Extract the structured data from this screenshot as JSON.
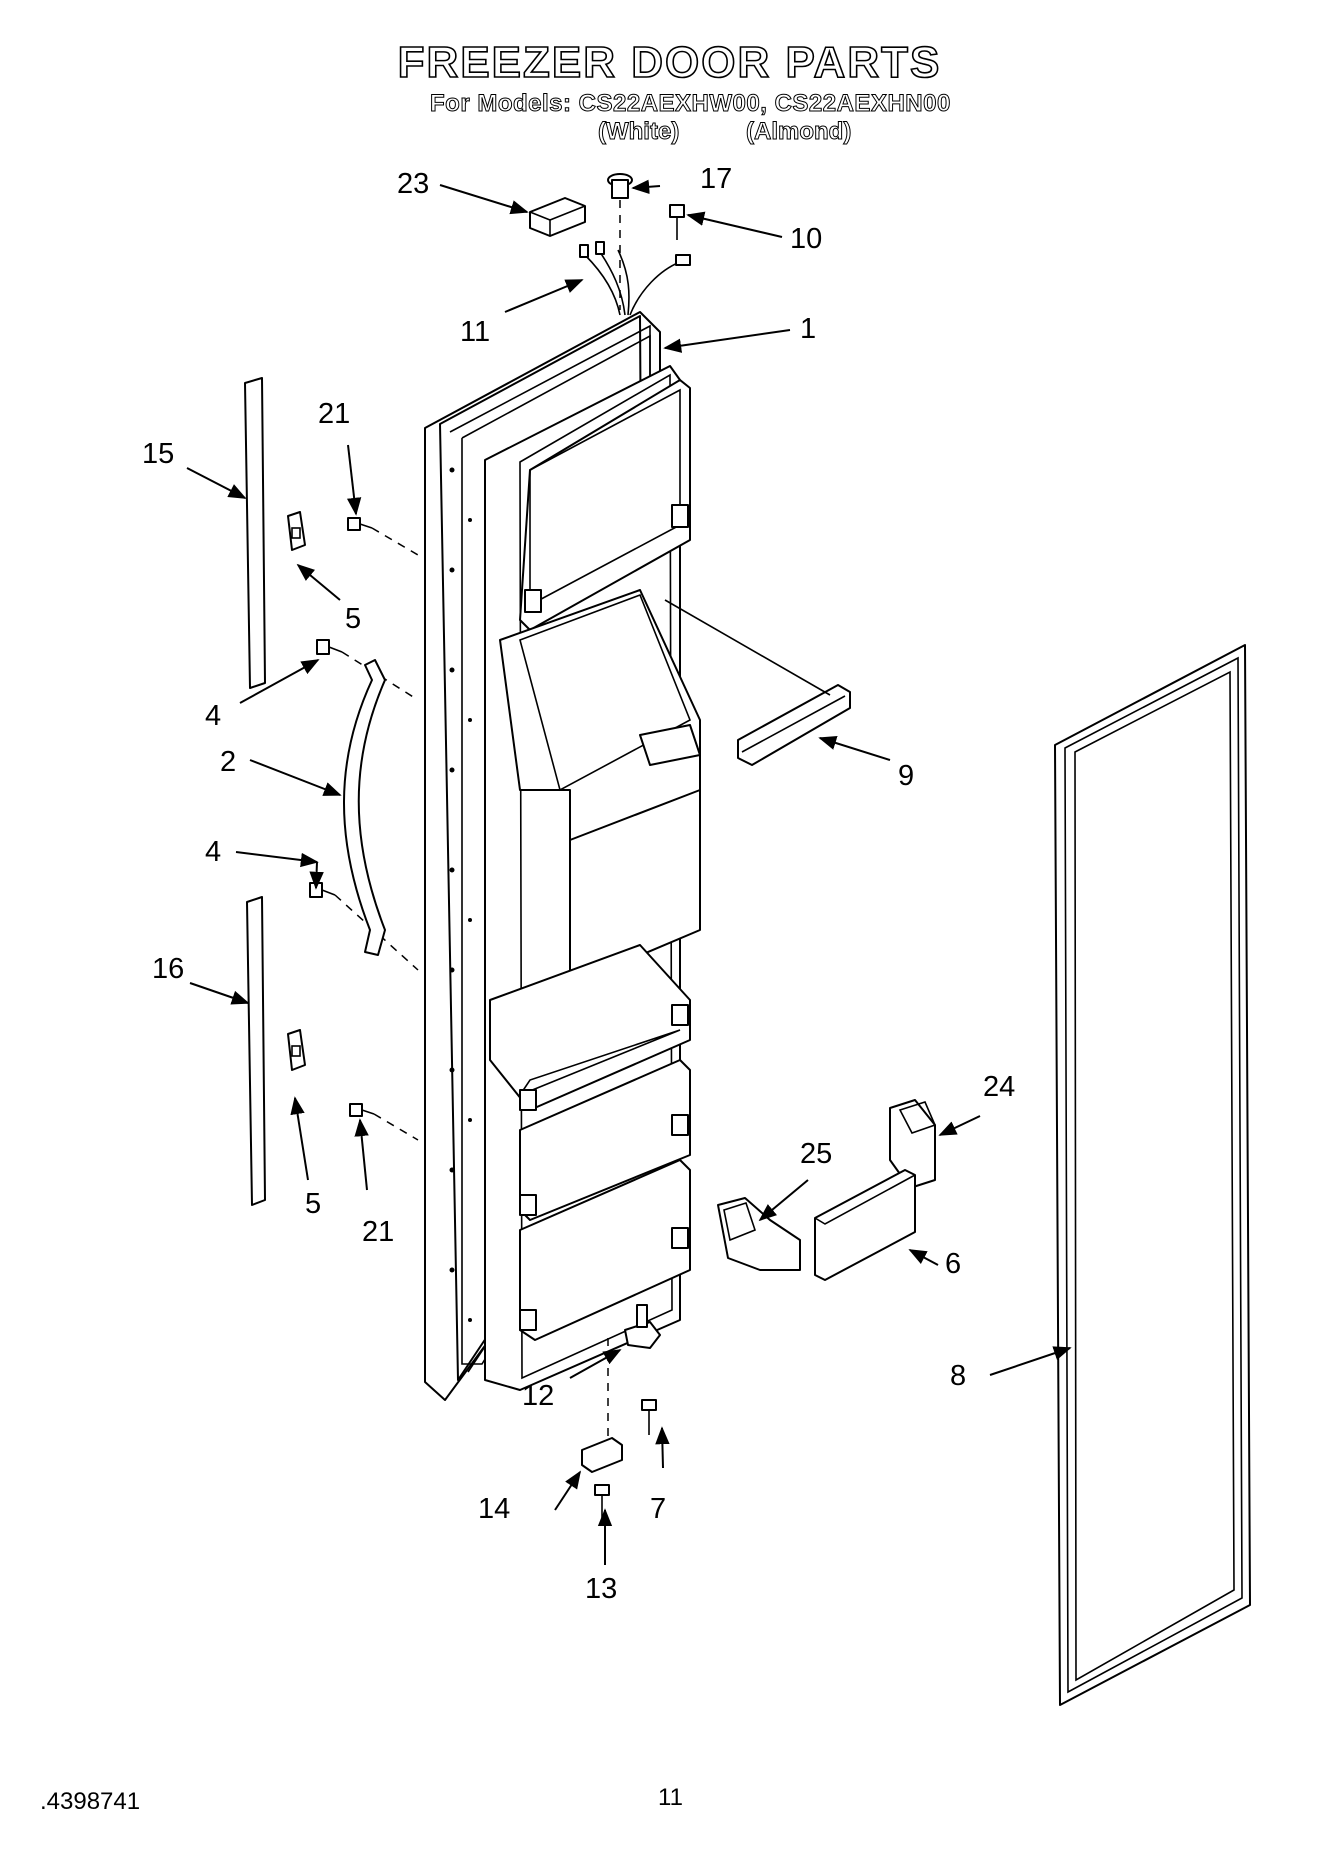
{
  "header": {
    "title": "FREEZER DOOR PARTS",
    "models_line": "For Models: CS22AEXHW00, CS22AEXHN00",
    "variant_white": "(White)",
    "variant_almond": "(Almond)"
  },
  "callouts": {
    "c1": "1",
    "c2": "2",
    "c4a": "4",
    "c4b": "4",
    "c5a": "5",
    "c5b": "5",
    "c6": "6",
    "c7": "7",
    "c8": "8",
    "c9": "9",
    "c10": "10",
    "c11": "11",
    "c12": "12",
    "c13": "13",
    "c14": "14",
    "c15": "15",
    "c16": "16",
    "c17": "17",
    "c21a": "21",
    "c21b": "21",
    "c23": "23",
    "c24": "24",
    "c25": "25"
  },
  "footer": {
    "doc_number": ".4398741",
    "page_number": "11"
  }
}
